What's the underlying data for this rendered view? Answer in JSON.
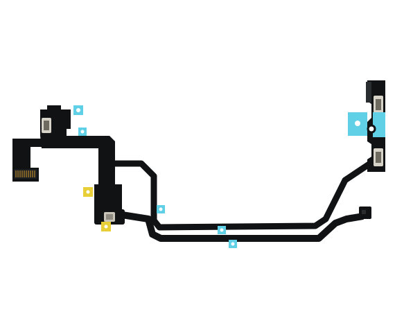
{
  "image": {
    "subject": "flex-cable-product-photo",
    "background": "#ffffff",
    "colors": {
      "cable": "#101214",
      "cable_edge": "#2a2d30",
      "contact_gold": "#b88a2c",
      "bracket_cyan": "#5fd0e6",
      "bracket_yellow": "#e8cf38",
      "switch_pad": "#c9c4b8",
      "metal": "#c9ccce"
    },
    "components": [
      "power-volume-flex-cable",
      "board-connector",
      "microphone-module",
      "volume-button-contacts",
      "power-button-contact",
      "mounting-brackets"
    ]
  }
}
